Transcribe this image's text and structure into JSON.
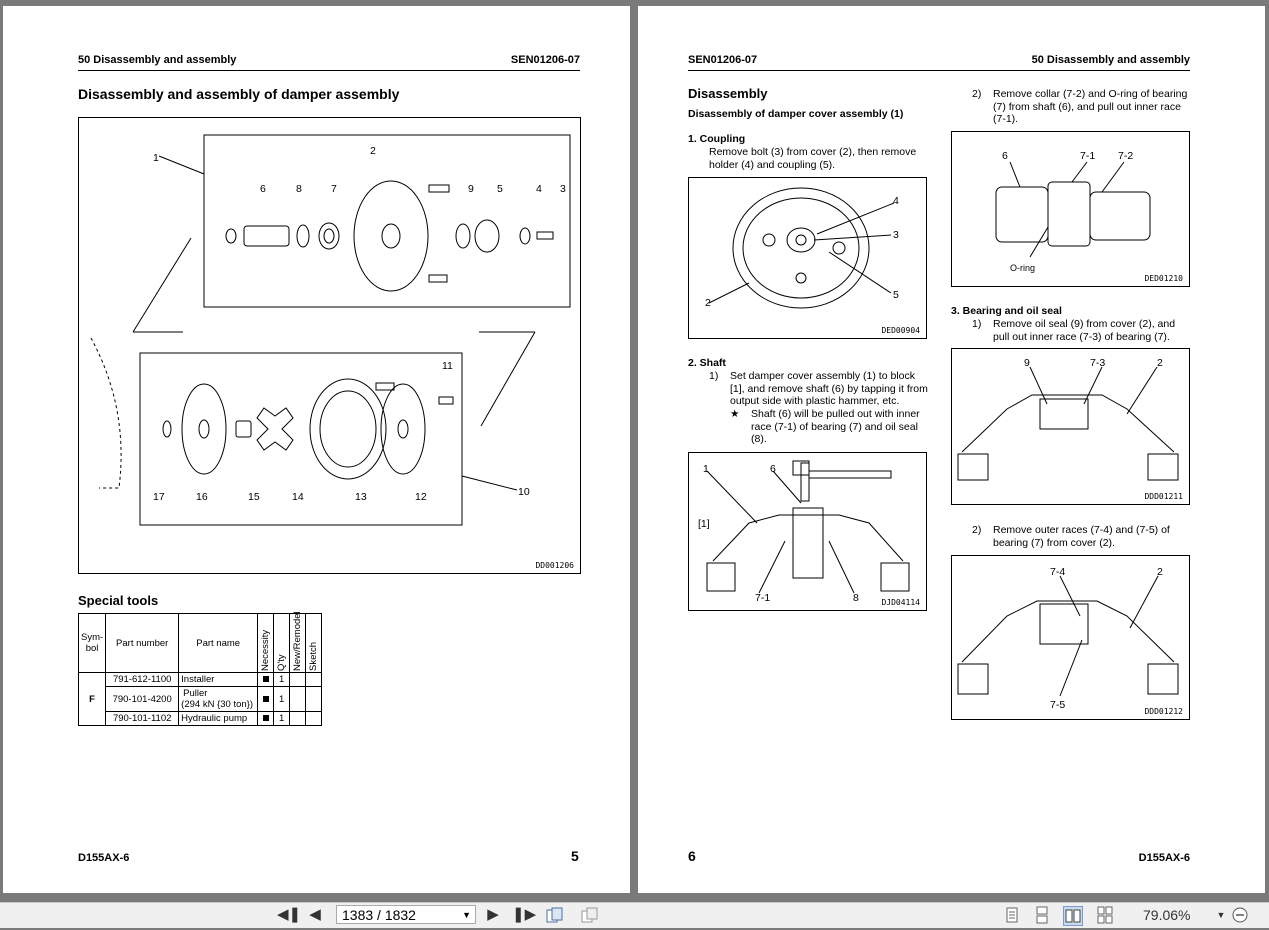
{
  "left_page": {
    "header_left": "50 Disassembly and assembly",
    "header_right": "SEN01206-07",
    "title": "Disassembly and assembly of damper assembly",
    "figure_code": "DD001206",
    "figure_callouts": [
      "1",
      "2",
      "6",
      "8",
      "7",
      "9",
      "5",
      "4",
      "3",
      "11",
      "10",
      "17",
      "16",
      "15",
      "14",
      "13",
      "12"
    ],
    "special_tools_title": "Special tools",
    "table": {
      "headers": [
        "Sym-bol",
        "Part number",
        "Part name",
        "Necessity",
        "Q'ty",
        "New/Remodel",
        "Sketch"
      ],
      "symbol": "F",
      "rows": [
        {
          "part_number": "791-612-1100",
          "part_name": "Installer",
          "qty": "1"
        },
        {
          "part_number": "790-101-4200",
          "part_name": "Puller",
          "part_name2": "(294 kN {30 ton})",
          "qty": "1"
        },
        {
          "part_number": "790-101-1102",
          "part_name": "Hydraulic pump",
          "qty": "1"
        }
      ]
    },
    "footer_model": "D155AX-6",
    "page_number": "5"
  },
  "right_page": {
    "header_left": "SEN01206-07",
    "header_right": "50 Disassembly and assembly",
    "heading": "Disassembly",
    "subheading": "Disassembly of damper cover assembly (1)",
    "s1_title": "1.   Coupling",
    "s1_text1": "Remove bolt (3) from cover (2), then remove",
    "s1_text2": "holder (4) and coupling (5).",
    "fig1_code": "DED00904",
    "fig1_labels": [
      "4",
      "3",
      "5",
      "2"
    ],
    "s2_title": "2.   Shaft",
    "s2_step1_num": "1)",
    "s2_step1": [
      "Set damper cover assembly (1) to block",
      "[1], and remove shaft (6) by tapping it from",
      "output side with plastic hammer, etc."
    ],
    "s2_star": "★",
    "s2_note": [
      "Shaft (6) will be pulled out with inner",
      "race (7-1) of bearing (7) and oil seal",
      "(8)."
    ],
    "fig2_code": "DJD04114",
    "fig2_labels": [
      "1",
      "6",
      "[1]",
      "7-1",
      "8"
    ],
    "s2_step2_num": "2)",
    "s2_step2": [
      "Remove collar (7-2) and O-ring of bearing",
      "(7) from shaft (6), and pull out inner race",
      "(7-1)."
    ],
    "fig3_code": "DED01210",
    "fig3_labels": [
      "6",
      "7-1",
      "7-2",
      "O-ring"
    ],
    "s3_title": "3.   Bearing and oil seal",
    "s3_step1_num": "1)",
    "s3_step1": [
      "Remove oil seal (9) from cover (2), and",
      "pull out inner race (7-3) of bearing (7)."
    ],
    "fig4_code": "DDD01211",
    "fig4_labels": [
      "9",
      "7-3",
      "2"
    ],
    "s3_step2_num": "2)",
    "s3_step2": [
      "Remove outer races (7-4) and (7-5) of",
      "bearing (7) from cover (2)."
    ],
    "fig5_code": "DDD01212",
    "fig5_labels": [
      "7-4",
      "2",
      "7-5"
    ],
    "page_number": "6",
    "footer_model": "D155AX-6"
  },
  "toolbar": {
    "page_display": "1383 / 1832",
    "zoom": "79.06%"
  }
}
